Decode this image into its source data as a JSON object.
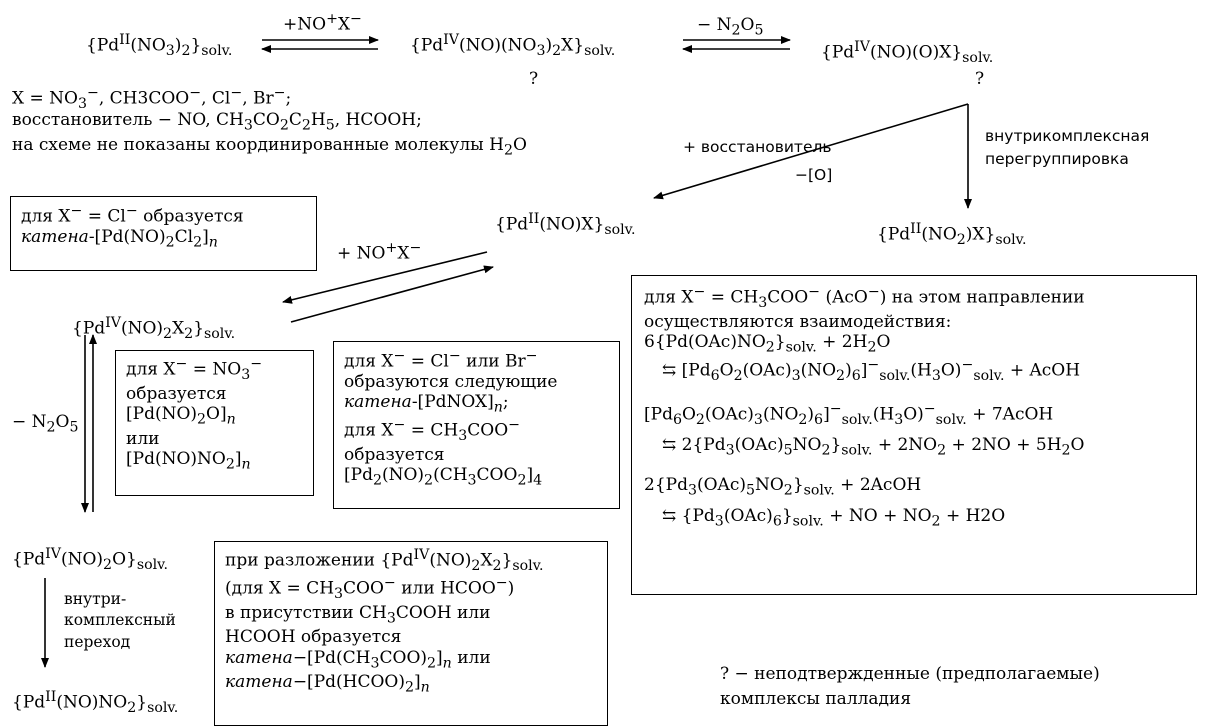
{
  "species": {
    "s1": "{Pd<sup>II</sup>(NO<sub>3</sub>)<sub>2</sub>}<sub>solv.</sub>",
    "s2": "{Pd<sup>IV</sup>(NO)(NO<sub>3</sub>)<sub>2</sub>X}<sub>solv.</sub>",
    "s3": "{Pd<sup>IV</sup>(NO)(O)X}<sub>solv.</sub>",
    "s4": "{Pd<sup>II</sup>(NO)X}<sub>solv.</sub>",
    "s5": "{Pd<sup>II</sup>(NO<sub>2</sub>)X}<sub>solv.</sub>",
    "s6": "{Pd<sup>IV</sup>(NO)<sub>2</sub>X<sub>2</sub>}<sub>solv.</sub>",
    "s7": "{Pd<sup>IV</sup>(NO)<sub>2</sub>O}<sub>solv.</sub>",
    "s8": "{Pd<sup>II</sup>(NO)NO<sub>2</sub>}<sub>solv.</sub>",
    "q1": "?",
    "q2": "?"
  },
  "arrow_labels": {
    "add_nox_top": "+NO<sup>+</sup>X<sup>−</sup>",
    "minus_n2o5_top": "− N<sub>2</sub>O<sub>5</sub>",
    "reducer": "+ восстановитель",
    "minus_o": "−[O]",
    "intramolecular": "внутрикомплексная",
    "regroup": "перегруппировка",
    "add_nox_mid": "+ NO<sup>+</sup>X<sup>−</sup>",
    "minus_n2o5_side": "− N<sub>2</sub>O<sub>5</sub>",
    "transition": [
      "внутри-",
      "комплексный",
      "переход"
    ]
  },
  "notes": [
    "X = NO<sub>3</sub><sup>−</sup>,  CH3COO<sup>−</sup>,  Cl<sup>−</sup>,  Br<sup>−</sup>;",
    "восстановитель − NO,  CH<sub>3</sub>CO<sub>2</sub>C<sub>2</sub>H<sub>5</sub>,  HCOOH;",
    "на схеме не показаны координированные молекулы H<sub>2</sub>O"
  ],
  "box_cl": [
    "для X<sup>−</sup> = Cl<sup>−</sup> образуется",
    "<i>катена</i>-[Pd(NO)<sub>2</sub>Cl<sub>2</sub>]<sub><i>n</i></sub>"
  ],
  "box_no3": [
    "для X<sup>−</sup> = NO<sub>3</sub><sup>−</sup>",
    "образуется",
    "[Pd(NO)<sub>2</sub>O]<sub><i>n</i></sub>",
    "или",
    "[Pd(NO)NO<sub>2</sub>]<sub><i>n</i></sub>"
  ],
  "box_clbr": [
    "для X<sup>−</sup> = Cl<sup>−</sup> или Br<sup>−</sup>",
    "образуются следующие",
    "<i>катена</i>-[PdNOX]<sub><i>n</i></sub>;",
    "для X<sup>−</sup> = CH<sub>3</sub>COO<sup>−</sup>",
    "образуется",
    "[Pd<sub>2</sub>(NO)<sub>2</sub>(CH<sub>3</sub>COO<sub>2</sub>]<sub>4</sub>"
  ],
  "box_acetate": [
    "для X<sup>−</sup> = CH<sub>3</sub>COO<sup>−</sup> (AcO<sup>−</sup>) на этом направлении",
    "осуществляются взаимодействия:",
    "6{Pd(OAc)NO<sub>2</sub>}<sub>solv.</sub> + 2H<sub>2</sub>O",
    "⇆ [Pd<sub>6</sub>O<sub>2</sub>(OAc)<sub>3</sub>(NO<sub>2</sub>)<sub>6</sub>]<sup>−</sup><sub>solv.</sub>(H<sub>3</sub>O)<sup>−</sup><sub>solv.</sub> + AcOH",
    "[Pd<sub>6</sub>O<sub>2</sub>(OAc)<sub>3</sub>(NO<sub>2</sub>)<sub>6</sub>]<sup>−</sup><sub>solv.</sub>(H<sub>3</sub>O)<sup>−</sup><sub>solv.</sub> + 7AcOH",
    "⇆ 2{Pd<sub>3</sub>(OAc)<sub>5</sub>NO<sub>2</sub>}<sub>solv.</sub> + 2NO<sub>2</sub> + 2NO + 5H<sub>2</sub>O",
    "2{Pd<sub>3</sub>(OAc)<sub>5</sub>NO<sub>2</sub>}<sub>solv.</sub> + 2AcOH",
    "⇆ {Pd<sub>3</sub>(OAc)<sub>6</sub>}<sub>solv.</sub> + NO + NO<sub>2</sub> + H2O"
  ],
  "box_decomp": [
    "при разложении {Pd<sup>IV</sup>(NO)<sub>2</sub>X<sub>2</sub>}<sub>solv.</sub>",
    "(для X = CH<sub>3</sub>COO<sup>−</sup> или HCOO<sup>−</sup>)",
    "в присутствии CH<sub>3</sub>COOH или",
    "HCOOH образуется",
    "<i>катена</i>−[Pd(CH<sub>3</sub>COO)<sub>2</sub>]<sub><i>n</i></sub> или",
    "<i>катена</i>−[Pd(HCOO)<sub>2</sub>]<sub><i>n</i></sub>"
  ],
  "legend": [
    "? − неподтвержденные (предполагаемые)",
    "комплексы палладия"
  ]
}
